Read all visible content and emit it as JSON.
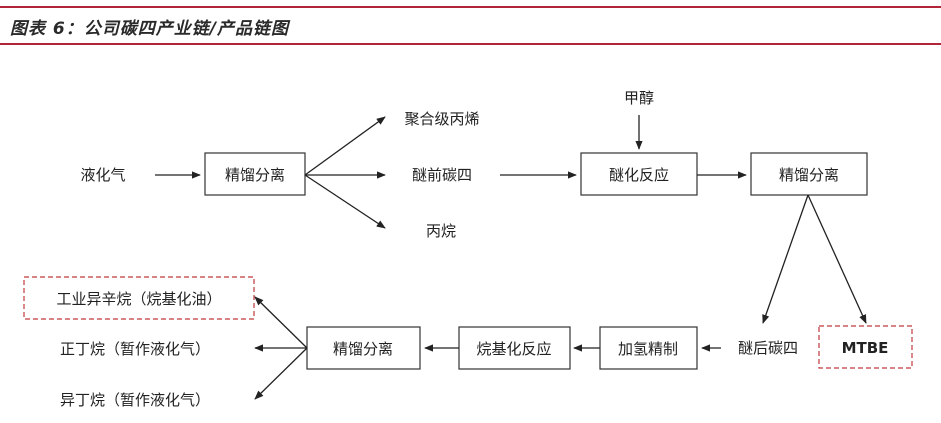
{
  "title": "图表 6：公司碳四产业链/产品链图",
  "nodes": {
    "input_lpg": "液化气",
    "box_distill_1": "精馏分离",
    "out_polypropylene": "聚合级丙烯",
    "out_ether_pre_c4": "醚前碳四",
    "out_propane": "丙烷",
    "input_methanol": "甲醇",
    "box_etherification": "醚化反应",
    "box_distill_2": "精馏分离",
    "out_post_ether_c4": "醚后碳四",
    "box_mtbe": "MTBE",
    "box_hydrogenation": "加氢精制",
    "box_alkylation": "烷基化反应",
    "box_distill_3": "精馏分离",
    "out_isooctane": "工业异辛烷（烷基化油）",
    "out_n_butane": "正丁烷（暂作液化气）",
    "out_isobutane": "异丁烷（暂作液化气）"
  },
  "colors": {
    "accent": "#b2243a",
    "dashed_box": "#c0393b",
    "box_border": "#333333",
    "arrow": "#222222"
  }
}
